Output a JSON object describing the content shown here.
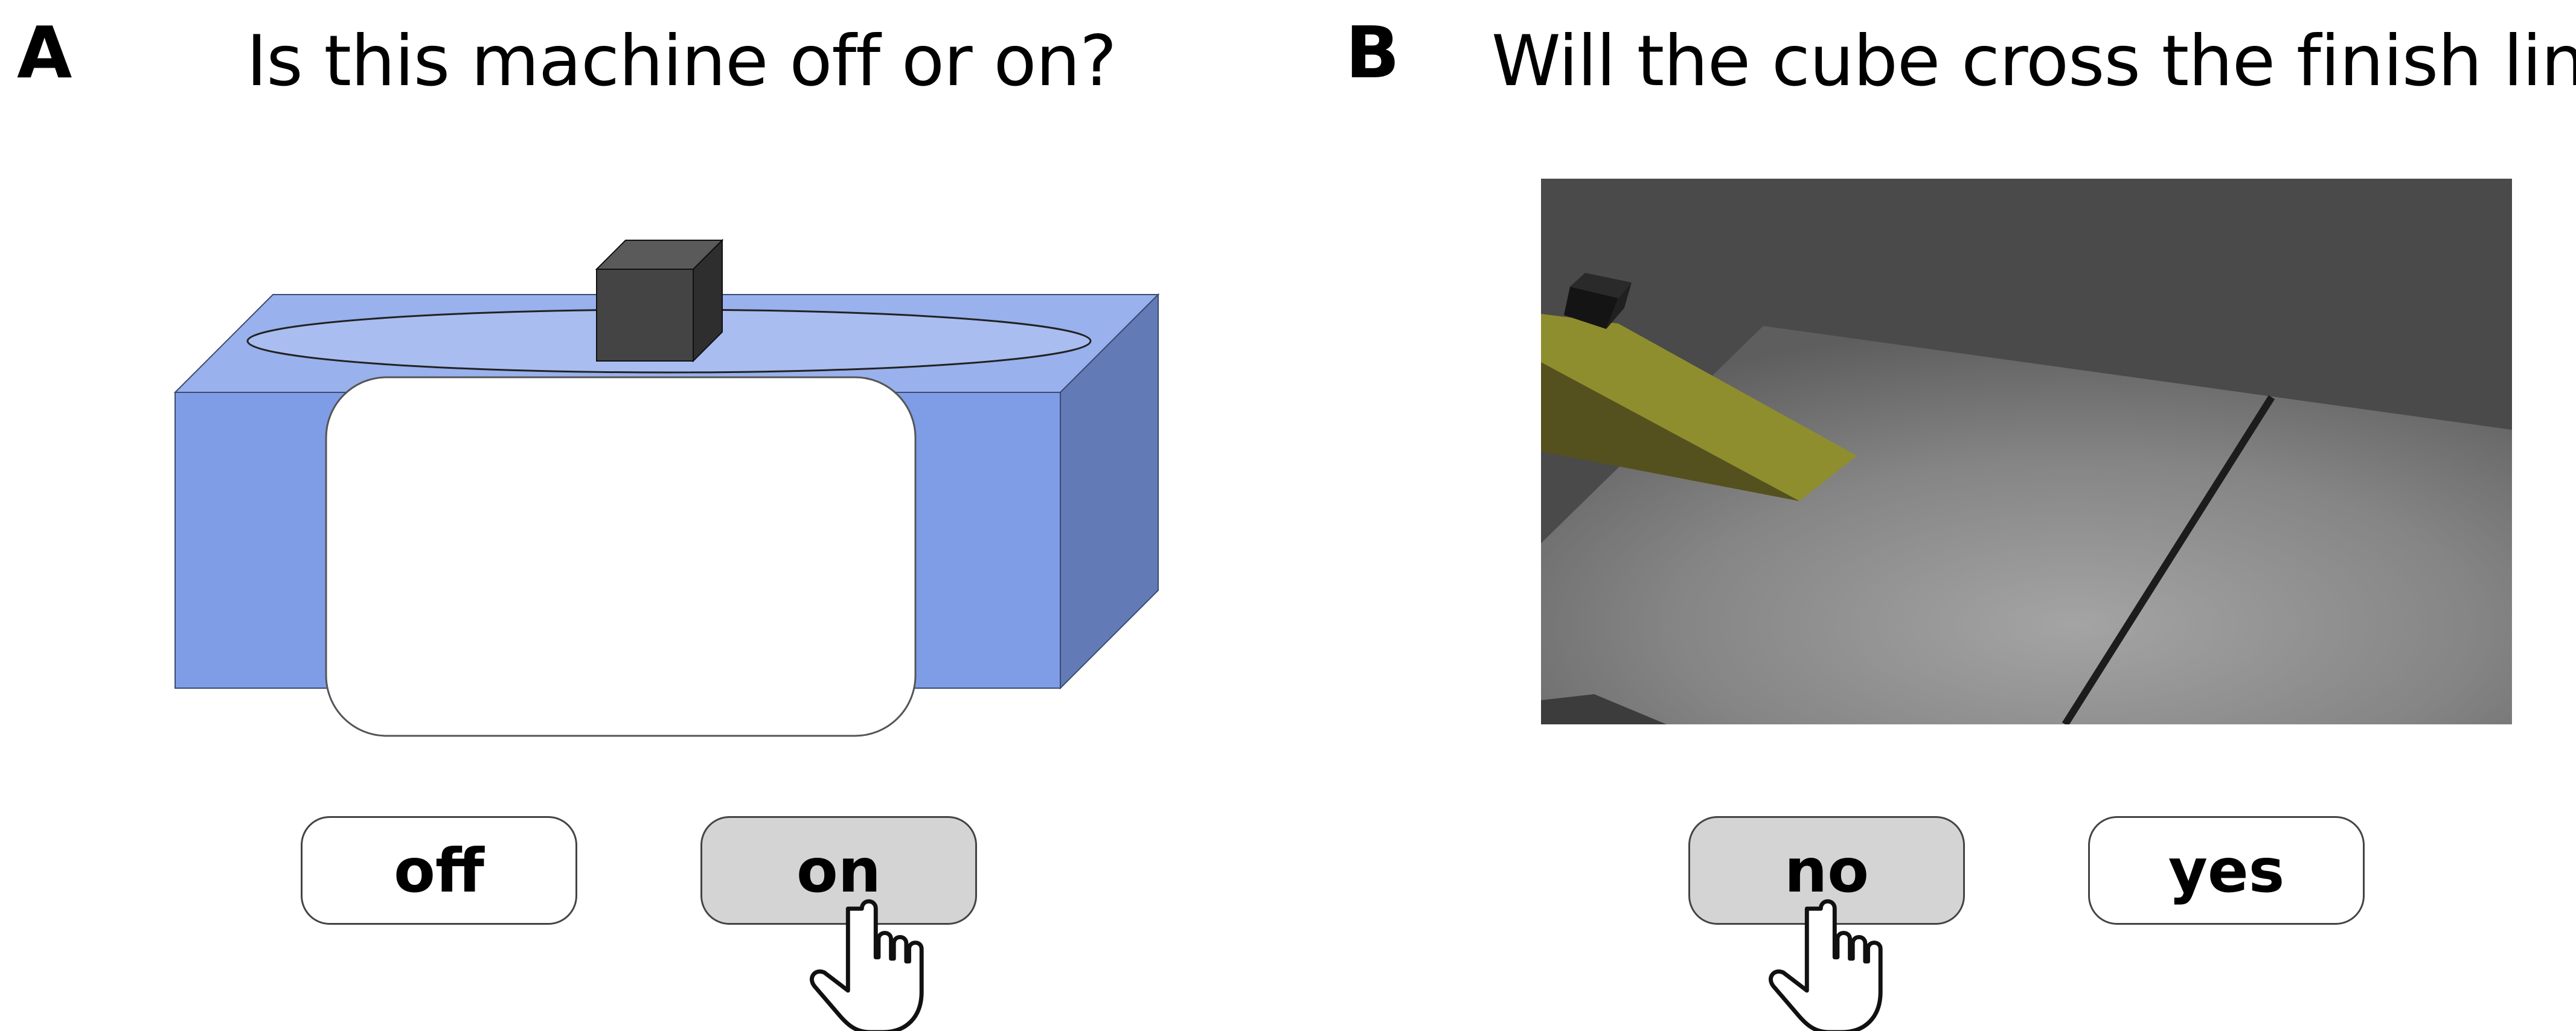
{
  "panel_a": {
    "letter": "A",
    "question": "Is this machine off or on?",
    "buttons": [
      {
        "label": "off",
        "selected": false
      },
      {
        "label": "on",
        "selected": true
      }
    ],
    "colors": {
      "machine_front": "#7f9de6",
      "machine_top": "#99b1ec",
      "machine_side": "#627bb7",
      "cube": "#444444"
    }
  },
  "panel_b": {
    "letter": "B",
    "question": "Will the cube cross the finish line?",
    "buttons": [
      {
        "label": "no",
        "selected": true
      },
      {
        "label": "yes",
        "selected": false
      }
    ],
    "colors": {
      "ramp": "#8f8e2e",
      "scene_wall": "#4a4a4a",
      "floor": "#7d7d7d"
    }
  },
  "cursor_icon": "hand-pointer-icon"
}
